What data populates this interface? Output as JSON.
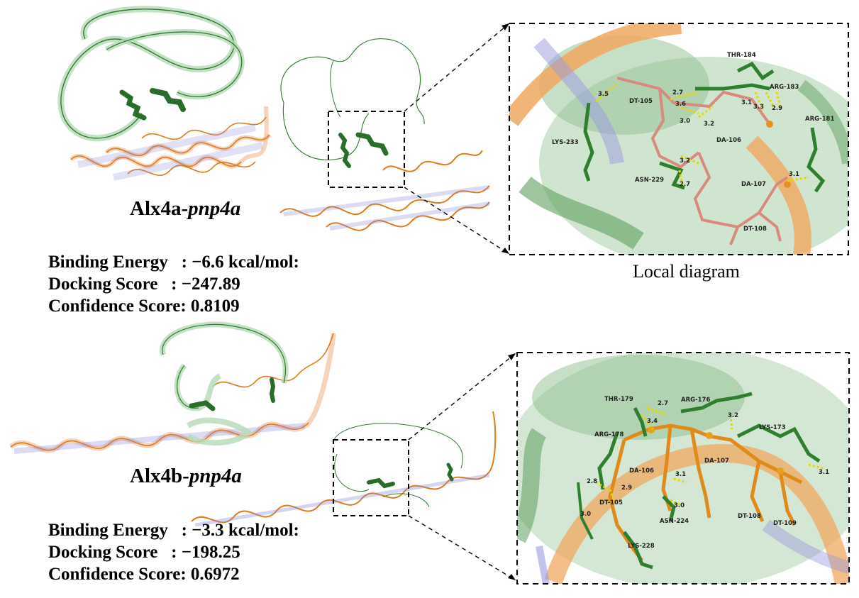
{
  "panels": [
    {
      "complex_name_prefix": "Alx4a-",
      "complex_name_gene": "pnp4a",
      "stats": [
        {
          "label": "Binding Energy   ",
          "value": ": −6.6 kcal/mol:"
        },
        {
          "label": "Docking Score   ",
          "value": ": −247.89"
        },
        {
          "label": "Confidence Score",
          "value": ": 0.8109"
        }
      ],
      "residues": [
        "THR-184",
        "ARG-183",
        "ARG-181",
        "DT-105",
        "LYS-233",
        "DA-106",
        "ASN-229",
        "DA-107",
        "DT-108"
      ],
      "distances": [
        "3.5",
        "2.7",
        "3.6",
        "3.0",
        "3.2",
        "3.1",
        "3.3",
        "2.9",
        "3.2",
        "2.7",
        "3.1"
      ]
    },
    {
      "complex_name_prefix": "Alx4b-",
      "complex_name_gene": "pnp4a",
      "stats": [
        {
          "label": "Binding Energy   ",
          "value": ": −3.3 kcal/mol:"
        },
        {
          "label": "Docking Score   ",
          "value": ": −198.25"
        },
        {
          "label": "Confidence Score",
          "value": ": 0.6972"
        }
      ],
      "residues": [
        "THR-179",
        "ARG-176",
        "LYS-173",
        "ARG-178",
        "DA-106",
        "DA-107",
        "DT-105",
        "ASN-224",
        "DT-108",
        "DT-109",
        "LYS-228"
      ],
      "distances": [
        "2.7",
        "3.4",
        "3.2",
        "3.1",
        "2.8",
        "2.9",
        "3.0",
        "3.0",
        "3.1"
      ]
    }
  ],
  "local_caption": "Local diagram",
  "colors": {
    "protein_green": "#3f8f3f",
    "protein_dark": "#2a6d2a",
    "dna_orange": "#e07b1a",
    "dna_blue": "#8a8ad8",
    "ligand_salmon": "#d88a7d",
    "hbond_yellow": "#e8d400"
  }
}
